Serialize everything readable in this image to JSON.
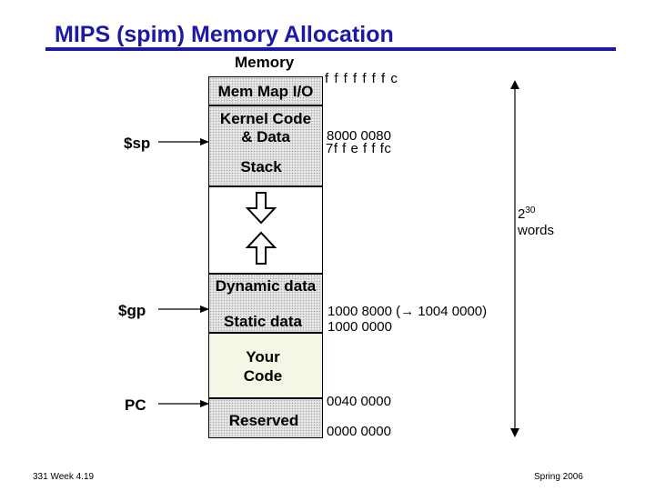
{
  "title": "MIPS (spim) Memory Allocation",
  "memory_label": "Memory",
  "segments": {
    "mmio": "Mem Map I/O",
    "kernel_line1": "Kernel Code",
    "kernel_line2": "& Data",
    "stack": "Stack",
    "dynamic": "Dynamic data",
    "static": "Static data",
    "code_line1": "Your",
    "code_line2": "Code",
    "reserved": "Reserved"
  },
  "registers": {
    "sp": "$sp",
    "gp": "$gp",
    "pc": "PC"
  },
  "addresses": {
    "top": "f f f f f f f c",
    "kernel_start": "8000 0080",
    "stack_top": "7f f e f f fc",
    "static_start": "1000 8000 (→ 1004 0000)",
    "static_base": "1000 0000",
    "code_start": "0040 0000",
    "bottom": "0000 0000"
  },
  "span": {
    "base": "2",
    "exponent": "30",
    "unit": "words"
  },
  "footer": {
    "left": "331 Week 4.19",
    "right": "Spring 2006"
  }
}
